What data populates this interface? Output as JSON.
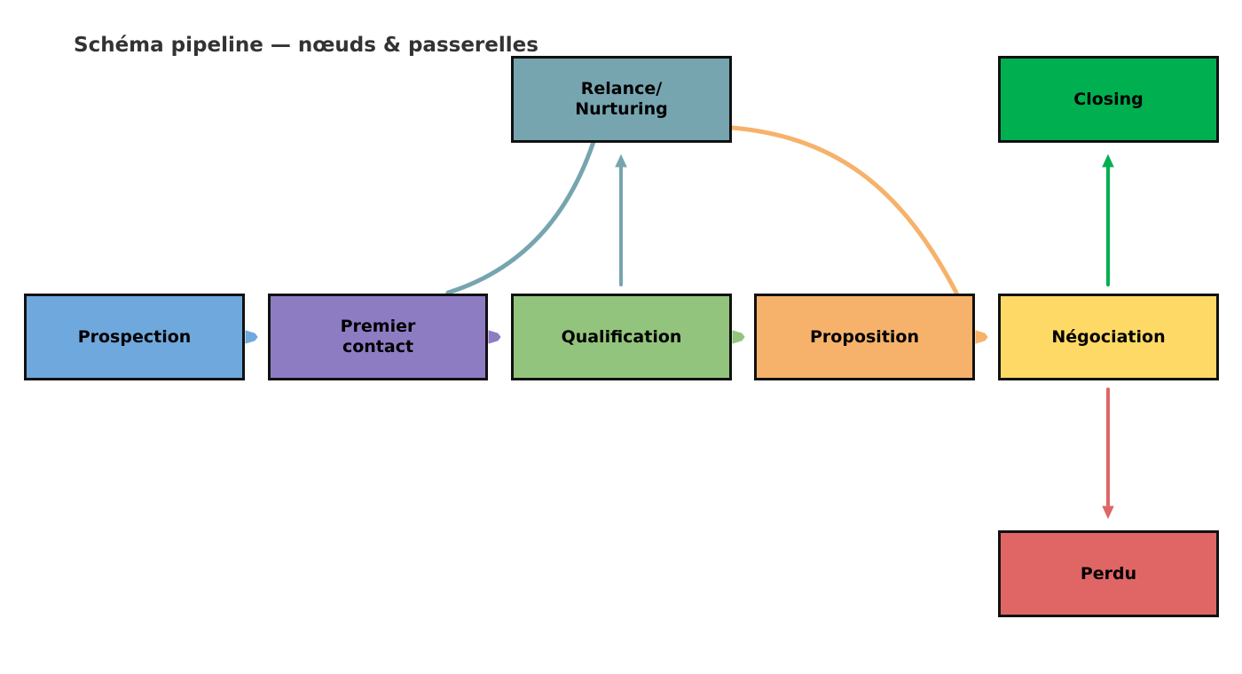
{
  "title": "Schéma pipeline — nœuds & passerelles",
  "nodes": [
    {
      "id": "prospection",
      "label": "Prospection",
      "color": "#6fa8dc"
    },
    {
      "id": "premier_contact",
      "label": "Premier\ncontact",
      "color": "#8e7cc3"
    },
    {
      "id": "qualification",
      "label": "Qualification",
      "color": "#93c47d"
    },
    {
      "id": "proposition",
      "label": "Proposition",
      "color": "#f6b26b"
    },
    {
      "id": "negociation",
      "label": "Négociation",
      "color": "#ffd966"
    },
    {
      "id": "relance",
      "label": "Relance/\nNurturing",
      "color": "#76a5af"
    },
    {
      "id": "closing",
      "label": "Closing",
      "color": "#00b050"
    },
    {
      "id": "perdu",
      "label": "Perdu",
      "color": "#e06666"
    }
  ],
  "edges": [
    {
      "from": "prospection",
      "to": "premier_contact",
      "color": "#6fa8dc",
      "kind": "arrow"
    },
    {
      "from": "premier_contact",
      "to": "qualification",
      "color": "#8e7cc3",
      "kind": "arrow"
    },
    {
      "from": "qualification",
      "to": "proposition",
      "color": "#93c47d",
      "kind": "arrow"
    },
    {
      "from": "proposition",
      "to": "negociation",
      "color": "#f6b26b",
      "kind": "arrow"
    },
    {
      "from": "qualification",
      "to": "relance",
      "color": "#76a5af",
      "kind": "arrow"
    },
    {
      "from": "negociation",
      "to": "closing",
      "color": "#00b050",
      "kind": "arrow"
    },
    {
      "from": "negociation",
      "to": "perdu",
      "color": "#e06666",
      "kind": "arrow"
    },
    {
      "from": "premier_contact",
      "to": "relance",
      "color": "#76a5af",
      "kind": "curve"
    },
    {
      "from": "relance",
      "to": "proposition",
      "color": "#f6b26b",
      "kind": "curve"
    }
  ]
}
